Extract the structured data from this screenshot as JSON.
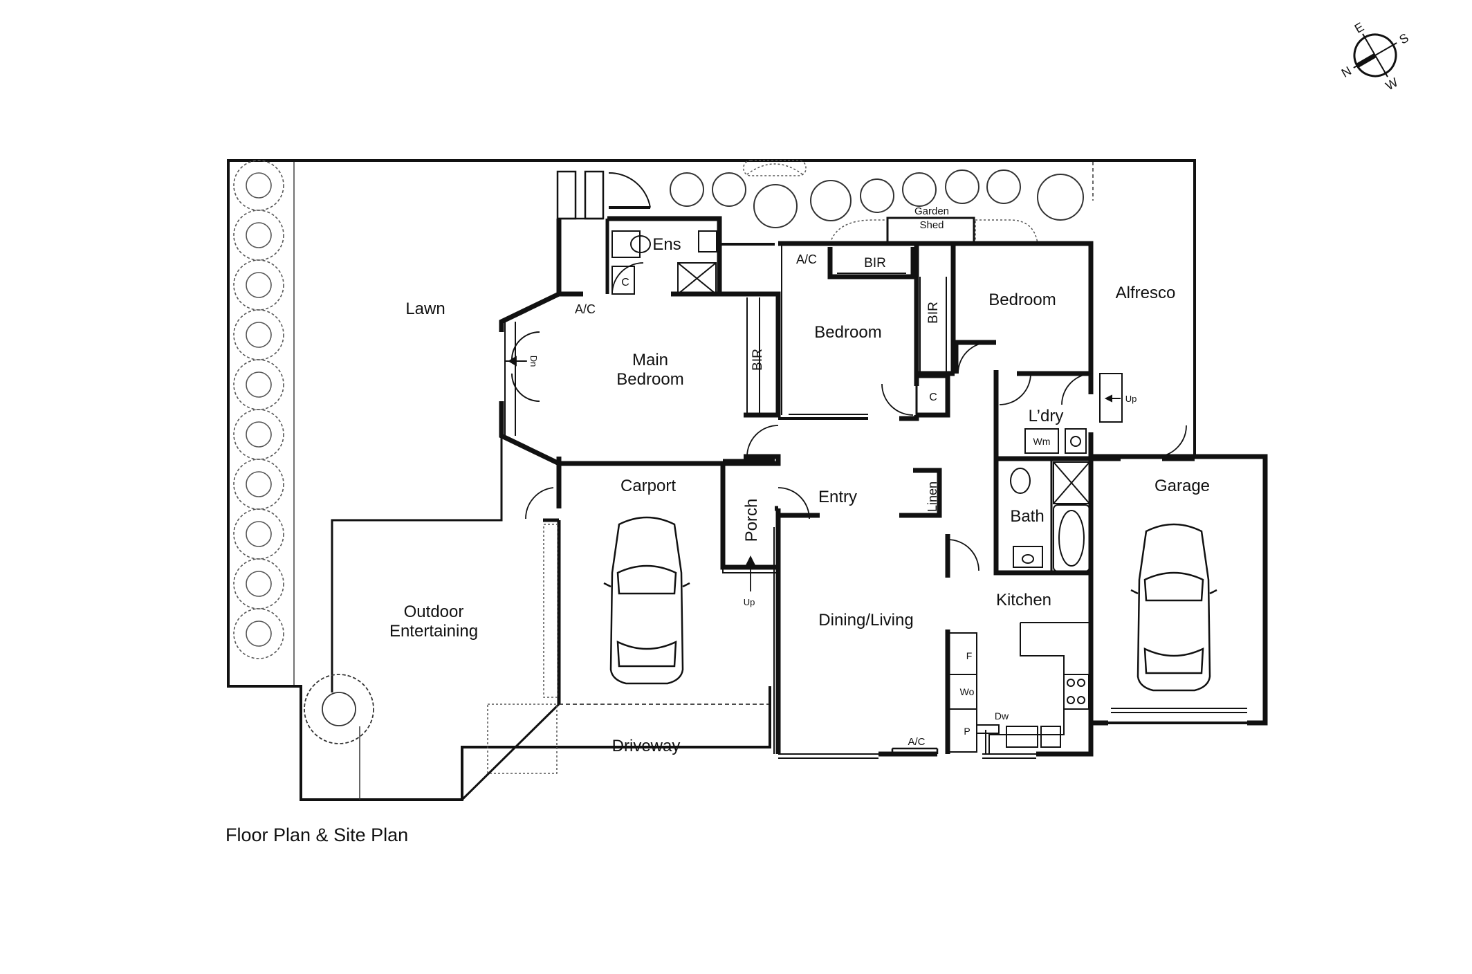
{
  "caption": "Floor Plan & Site Plan",
  "compass": {
    "n": "N",
    "e": "E",
    "s": "S",
    "w": "W"
  },
  "rooms": {
    "lawn": "Lawn",
    "ensuite": "Ens",
    "main_bedroom_line1": "Main",
    "main_bedroom_line2": "Bedroom",
    "bedroom_1": "Bedroom",
    "bedroom_2": "Bedroom",
    "alfresco": "Alfresco",
    "laundry": "L’dry",
    "carport": "Carport",
    "entry": "Entry",
    "porch": "Porch",
    "bath": "Bath",
    "garage": "Garage",
    "outdoor_line1": "Outdoor",
    "outdoor_line2": "Entertaining",
    "dining_living": "Dining/Living",
    "kitchen": "Kitchen",
    "driveway": "Driveway",
    "garden_shed_line1": "Garden",
    "garden_shed_line2": "Shed"
  },
  "fixtures": {
    "ac_main": "A/C",
    "ac_bedroom": "A/C",
    "ac_living": "A/C",
    "bir_main": "BIR",
    "bir_bedroom1": "BIR",
    "bir_bedroom2": "BIR",
    "cupboard_ens": "C",
    "cupboard_hall": "C",
    "linen": "Linen",
    "washing_machine": "Wm",
    "fridge": "F",
    "wall_oven": "Wo",
    "pantry": "P",
    "dishwasher": "Dw",
    "stair_down": "Dn",
    "stair_up_porch": "Up",
    "stair_up_alfresco": "Up"
  }
}
